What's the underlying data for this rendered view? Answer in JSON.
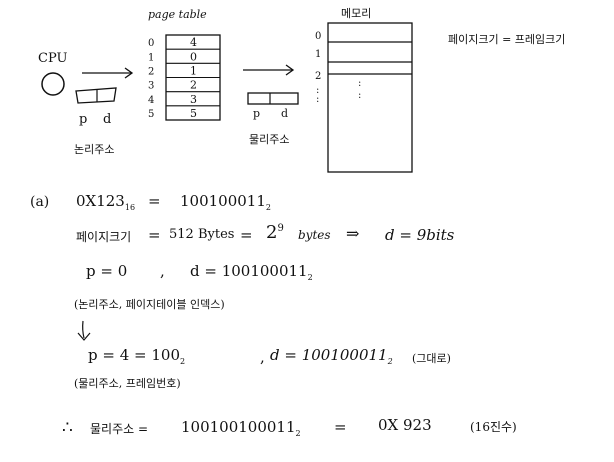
{
  "diagram": {
    "cpu_label": "CPU",
    "page_table_title": "page table",
    "page_table_rows": [
      {
        "index": "0",
        "frame": "4"
      },
      {
        "index": "1",
        "frame": "0"
      },
      {
        "index": "2",
        "frame": "1"
      },
      {
        "index": "3",
        "frame": "2"
      },
      {
        "index": "4",
        "frame": "3"
      },
      {
        "index": "5",
        "frame": "5"
      }
    ],
    "logical_p": "p",
    "logical_d": "d",
    "logical_address_label": "논리주소",
    "physical_p": "p",
    "physical_d": "d",
    "physical_address_label": "물리주소",
    "memory_title": "메모리",
    "memory_indices": [
      "0",
      "1",
      "2"
    ],
    "memory_ellipsis": ":",
    "note": "페이지크기 = 프레임크기"
  },
  "solution": {
    "part_label": "(a)",
    "hex_value": "0X123",
    "hex_subscript": "16",
    "equals": "=",
    "binary_value": "100100011",
    "binary_subscript": "2",
    "page_size_label": "페이지크기",
    "page_size_value": "512 Bytes",
    "power_base": "2",
    "power_exp": "9",
    "power_unit": "bytes",
    "implies": "⇒",
    "d_bits": "d = 9bits",
    "p_line": "p = 0",
    "comma": ",",
    "d_line": "d = 100100011",
    "d_line_sub": "2",
    "paren_note_1": "(논리주소, 페이지테이블 인덱스)",
    "down_arrow": "↓",
    "p_line_2": "p = 4 = 100",
    "p_line_2_sub": "2",
    "d_line_2": "d = 100100011",
    "d_line_2_sub": "2",
    "d_line_2_note": "(그대로)",
    "paren_note_2": "(물리주소, 프레임번호)",
    "therefore": "∴",
    "final_label": "물리주소 =",
    "final_binary": "100100100011",
    "final_binary_sub": "2",
    "final_equals": "=",
    "final_hex": "0X 923",
    "final_hex_note": "(16진수)"
  }
}
